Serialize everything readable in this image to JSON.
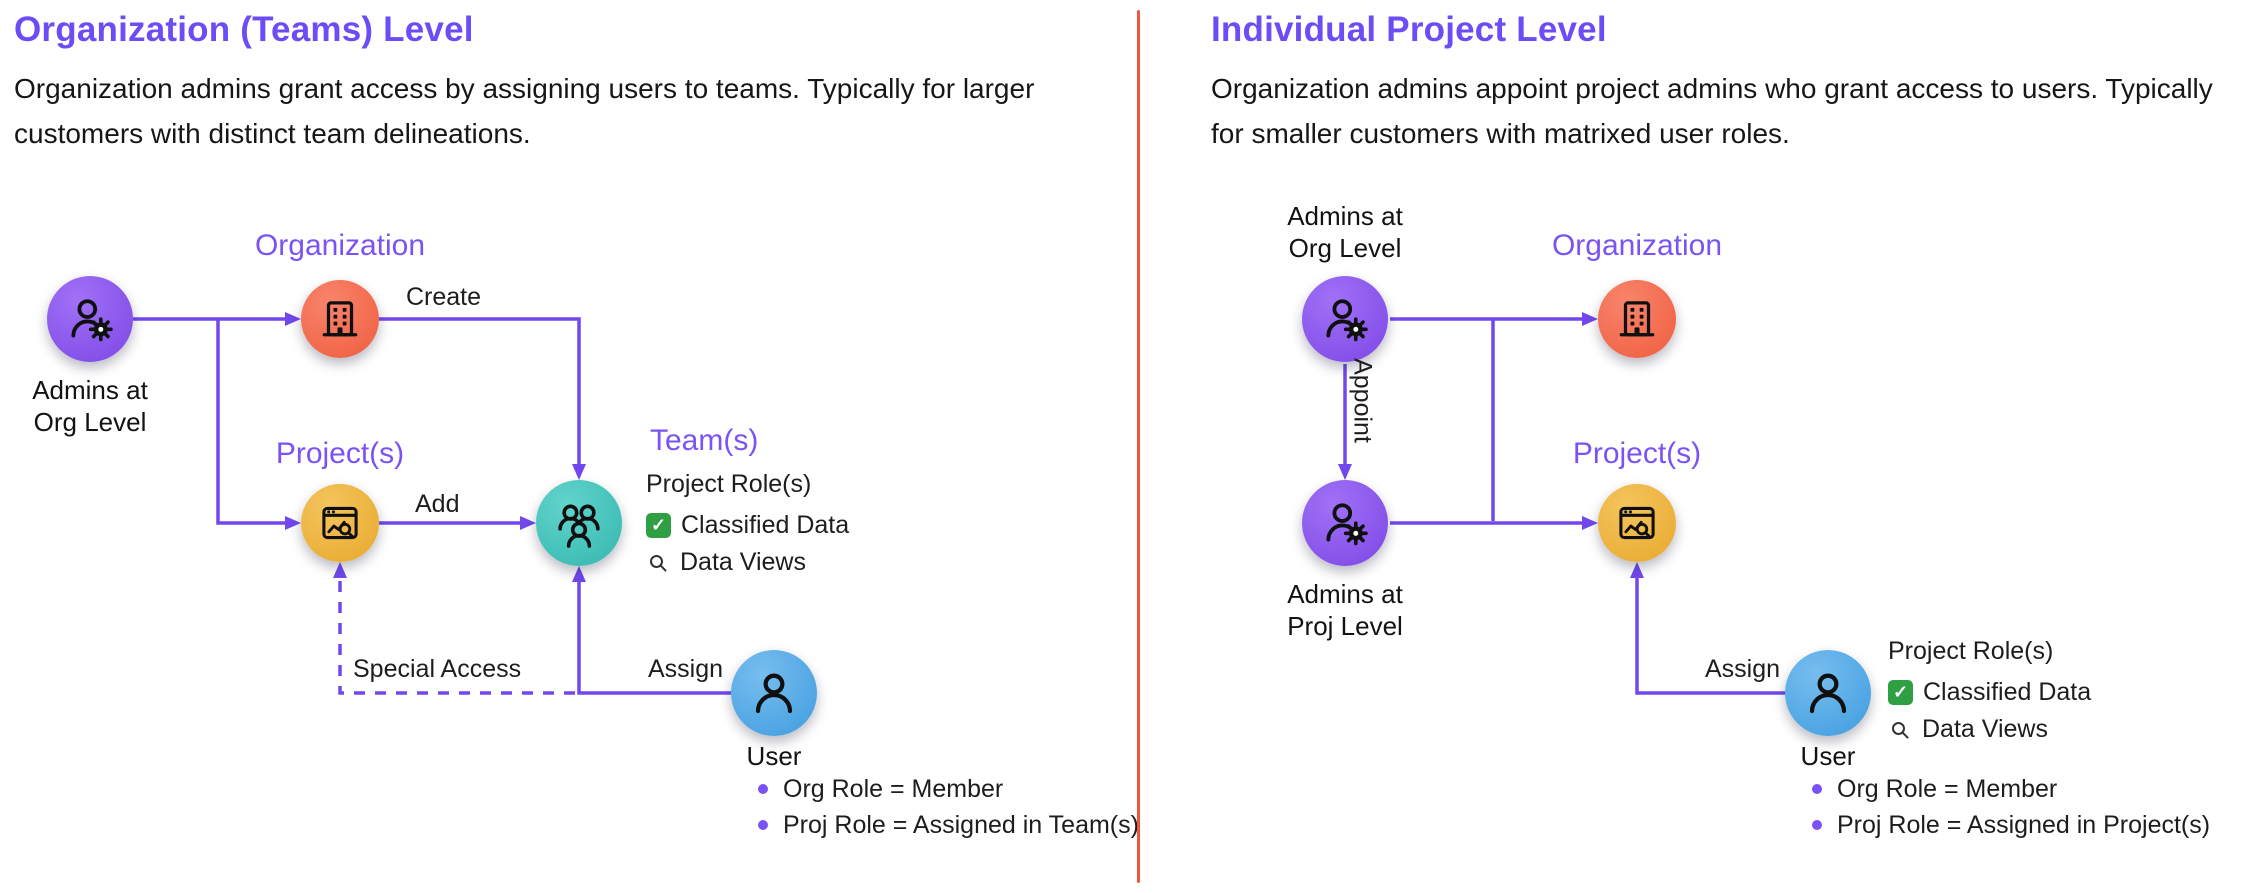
{
  "colors": {
    "accent_purple": "#6C4CF5",
    "label_purple": "#7A52F5",
    "arrow_purple": "#7248EE",
    "node_admin": "#8A53F0",
    "node_org": "#F4684B",
    "node_project": "#EEB440",
    "node_team": "#43C3BB",
    "node_user": "#54A9E6",
    "divider_red": "#ED5742",
    "check_green": "#2EA043"
  },
  "icons": {
    "check_glyph": "✓"
  },
  "left": {
    "title": "Organization (Teams) Level",
    "description": "Organization admins grant access by assigning users to teams. Typically for larger customers with distinct team delineations.",
    "admin": {
      "line1": "Admins at",
      "line2": "Org Level"
    },
    "organization_label": "Organization",
    "project_label": "Project(s)",
    "team_label": "Team(s)",
    "user_label": "User",
    "edge_create": "Create",
    "edge_add": "Add",
    "edge_assign": "Assign",
    "edge_special_access": "Special Access",
    "team_details": {
      "heading": "Project Role(s)",
      "classified": "Classified Data",
      "data_views": "Data Views"
    },
    "user_notes": [
      "Org Role = Member",
      "Proj Role = Assigned in Team(s)"
    ]
  },
  "right": {
    "title": "Individual Project Level",
    "description": "Organization admins appoint project admins who grant access to users. Typically for smaller customers with matrixed user roles.",
    "admin_org": {
      "line1": "Admins at",
      "line2": "Org Level"
    },
    "admin_proj": {
      "line1": "Admins at",
      "line2": "Proj Level"
    },
    "organization_label": "Organization",
    "project_label": "Project(s)",
    "user_label": "User",
    "edge_appoint": "Appoint",
    "edge_assign": "Assign",
    "project_details": {
      "heading": "Project Role(s)",
      "classified": "Classified Data",
      "data_views": "Data Views"
    },
    "user_notes": [
      "Org Role = Member",
      "Proj Role = Assigned in Project(s)"
    ]
  }
}
